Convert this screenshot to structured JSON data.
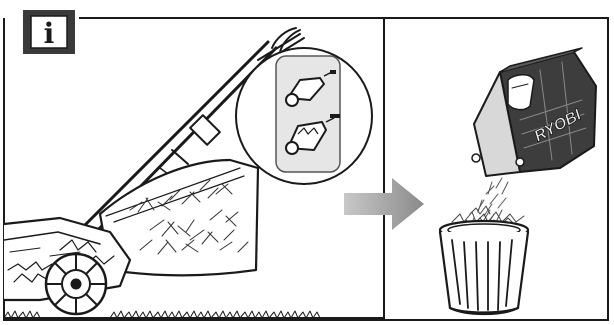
{
  "info_badge": {
    "glyph": "i",
    "icon": "info-icon"
  },
  "left_panel": {
    "subject": "lawn-mower-with-full-grass-catcher",
    "inset_icons": [
      "grass-bag-empty-icon",
      "grass-bag-full-icon"
    ]
  },
  "arrow": {
    "icon": "arrow-right-icon",
    "color": "#9a9a9a"
  },
  "right_panel": {
    "brand_label": "RYOBI",
    "subject": "emptying-grass-bag-into-bin"
  },
  "colors": {
    "line": "#1a1a1a",
    "inset_fill": "#e6e6e6",
    "badge_fill": "#3a3a3a",
    "bag_fill": "#3d3d3d"
  }
}
